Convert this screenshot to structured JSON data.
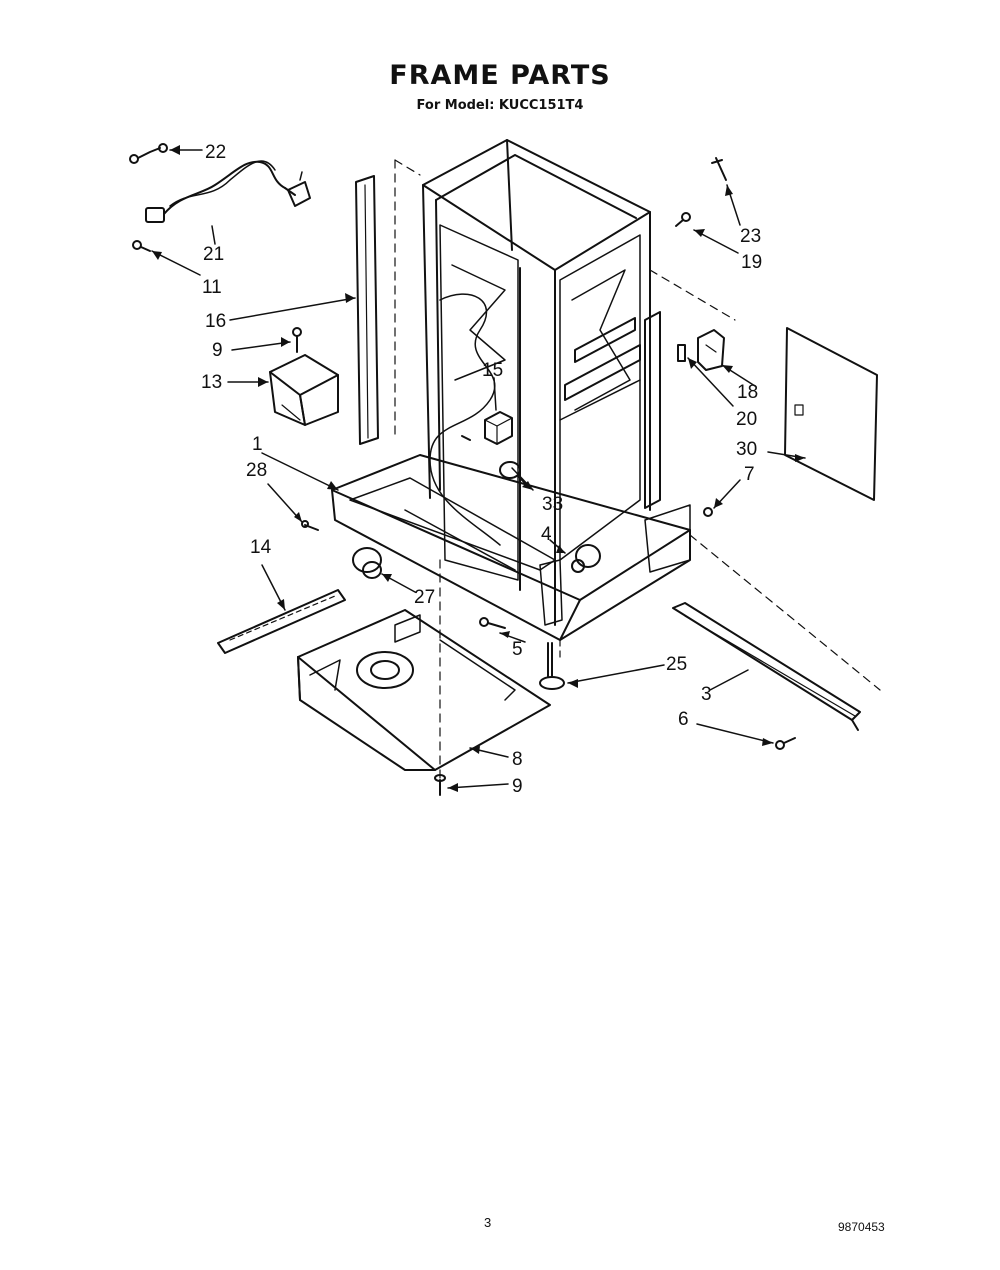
{
  "title": "FRAME PARTS",
  "subtitle": "For Model: KUCC151T4",
  "callouts": [
    "22",
    "21",
    "11",
    "16",
    "9",
    "13",
    "1",
    "28",
    "14",
    "15",
    "33",
    "4",
    "27",
    "5",
    "23",
    "19",
    "18",
    "20",
    "30",
    "7",
    "25",
    "3",
    "6",
    "8",
    "9"
  ],
  "footer": {
    "page_number": "3",
    "doc_number": "9870453"
  }
}
